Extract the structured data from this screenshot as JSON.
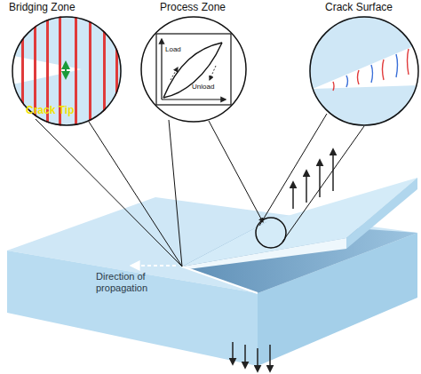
{
  "diagram": {
    "nodes": [
      {
        "text": [
          "Bridging Zone",
          "Crack Tip"
        ]
      },
      {
        "text": [
          "Process Zone",
          "Load",
          "Unload"
        ]
      },
      {
        "text": [
          "Crack Surface"
        ]
      }
    ],
    "labels": [
      "Direction of propagation"
    ]
  }
}
